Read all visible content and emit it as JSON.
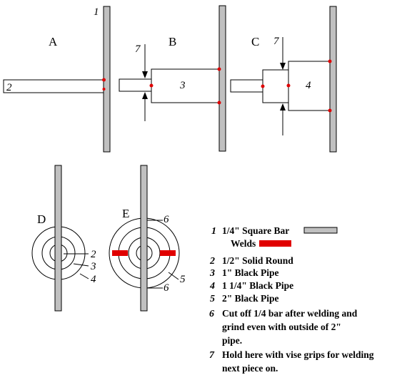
{
  "figure_labels": {
    "a": "A",
    "b": "B",
    "c": "C",
    "d": "D",
    "e": "E"
  },
  "callouts": {
    "a_bar": "1",
    "a_round": "2",
    "b_hold": "7",
    "b_pipe": "3",
    "c_hold": "7",
    "c_pipe": "4",
    "d_round": "2",
    "d_pipe1": "3",
    "d_pipe2": "4",
    "e_cut_top": "6",
    "e_pipe": "5",
    "e_cut_bottom": "6"
  },
  "legend": {
    "items": [
      {
        "num": "1",
        "text": "1/4\" Square Bar"
      },
      {
        "num": "",
        "text": "Welds"
      },
      {
        "num": "2",
        "text": "1/2\" Solid Round"
      },
      {
        "num": "3",
        "text": "1\" Black Pipe"
      },
      {
        "num": "4",
        "text": "1 1/4\" Black Pipe"
      },
      {
        "num": "5",
        "text": "2\" Black Pipe"
      },
      {
        "num": "6",
        "text": "Cut off 1/4 bar after welding and",
        "cont": [
          "grind even with outside of 2\"",
          "pipe."
        ]
      },
      {
        "num": "7",
        "text": "Hold here with vise grips for welding",
        "cont": [
          "next piece on."
        ]
      }
    ]
  },
  "colors": {
    "bar": "#c0c0c0",
    "weld": "#e00000",
    "line": "#000000",
    "background": "#ffffff"
  }
}
